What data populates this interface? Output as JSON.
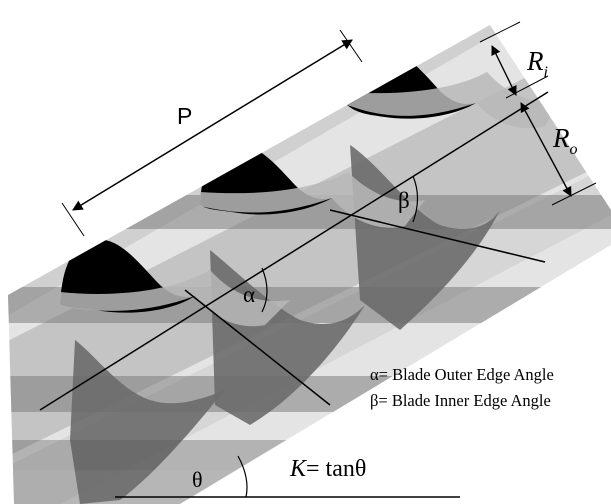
{
  "labels": {
    "pitch": "P",
    "inner_radius": "R",
    "inner_radius_sub": "i",
    "outer_radius": "R",
    "outer_radius_sub": "o",
    "alpha": "α",
    "beta": "β",
    "theta": "θ",
    "slope_formula_k": "K",
    "slope_formula_rest": "= tanθ"
  },
  "legend": {
    "alpha_def": "α= Blade Outer Edge Angle",
    "beta_def": "β= Blade Inner Edge Angle"
  },
  "colors": {
    "light_band": "#e2e2e2",
    "medium_band": "#bdbdbd",
    "dark_band": "#8d8d8d",
    "blade_black": "#000000",
    "blade_dark": "#8a8a8a",
    "line": "#000000"
  }
}
